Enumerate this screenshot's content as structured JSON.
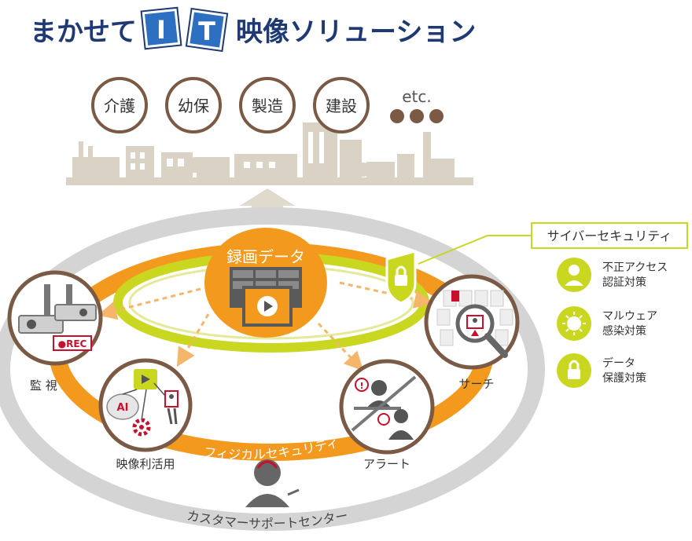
{
  "title": {
    "prefix": "まかせて",
    "card1": "I",
    "card2": "T",
    "suffix": "映像ソリューション"
  },
  "industries": [
    "介護",
    "幼保",
    "製造",
    "建設"
  ],
  "industries_more": "etc.",
  "center": {
    "label": "録画データ"
  },
  "stations": {
    "monitoring": "監 視",
    "rec_badge": "●REC",
    "ai_badge": "AI",
    "video_use": "映像利活用",
    "alert": "アラート",
    "search": "サーチ"
  },
  "physical_security": "フィジカルセキュリティ",
  "support_center": "カスタマーサポートセンター",
  "cyber": {
    "title": "サイバーセキュリティ",
    "items": [
      {
        "line1": "不正アクセス",
        "line2": "認証対策",
        "icon": "hacker-icon"
      },
      {
        "line1": "マルウェア",
        "line2": "感染対策",
        "icon": "virus-icon"
      },
      {
        "line1": "データ",
        "line2": "保護対策",
        "icon": "lock-icon"
      }
    ]
  },
  "colors": {
    "navy": "#1f3a73",
    "card_blue": "#2d6fc0",
    "orange": "#f39a1e",
    "lime": "#c9d721",
    "brown": "#7a5a44",
    "grey_ring": "#d4d4d4",
    "city": "#d9d2c5"
  }
}
